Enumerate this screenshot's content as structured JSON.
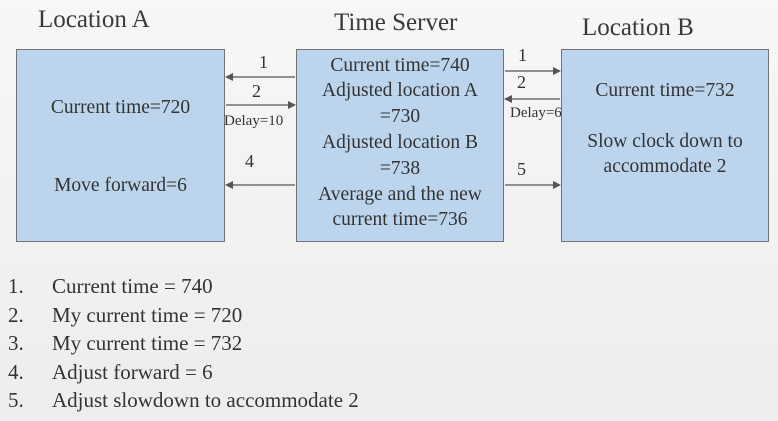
{
  "columns": {
    "location_a": {
      "title": "Location A",
      "lines": [
        "Current time=720",
        "Move forward=6"
      ]
    },
    "time_server": {
      "title": "Time Server",
      "lines": [
        "Current time=740",
        "Adjusted location A",
        "=730",
        "Adjusted location B",
        "=738",
        "Average and the new",
        "current time=736"
      ]
    },
    "location_b": {
      "title": "Location B",
      "lines": [
        "Current time=732",
        "Slow clock down to",
        "accommodate 2"
      ]
    }
  },
  "arrows": {
    "left": [
      {
        "step": "1",
        "direction": "to-location-a"
      },
      {
        "step": "2",
        "direction": "to-time-server"
      },
      {
        "step": "4",
        "direction": "to-location-a"
      }
    ],
    "right": [
      {
        "step": "1",
        "direction": "to-location-b"
      },
      {
        "step": "2",
        "direction": "to-time-server"
      },
      {
        "step": "5",
        "direction": "to-location-b"
      }
    ],
    "delay_left": "Delay=10",
    "delay_right": "Delay=6"
  },
  "steps": [
    {
      "num": "1.",
      "text": "Current time = 740"
    },
    {
      "num": "2.",
      "text": "My current time = 720"
    },
    {
      "num": "3.",
      "text": "My current time = 732"
    },
    {
      "num": "4.",
      "text": "Adjust forward = 6"
    },
    {
      "num": "5.",
      "text": "Adjust slowdown to accommodate 2"
    }
  ],
  "colors": {
    "box_fill": "#bcd5ec",
    "box_border": "#6f7479",
    "text": "#333333",
    "arrow": "#555555"
  }
}
